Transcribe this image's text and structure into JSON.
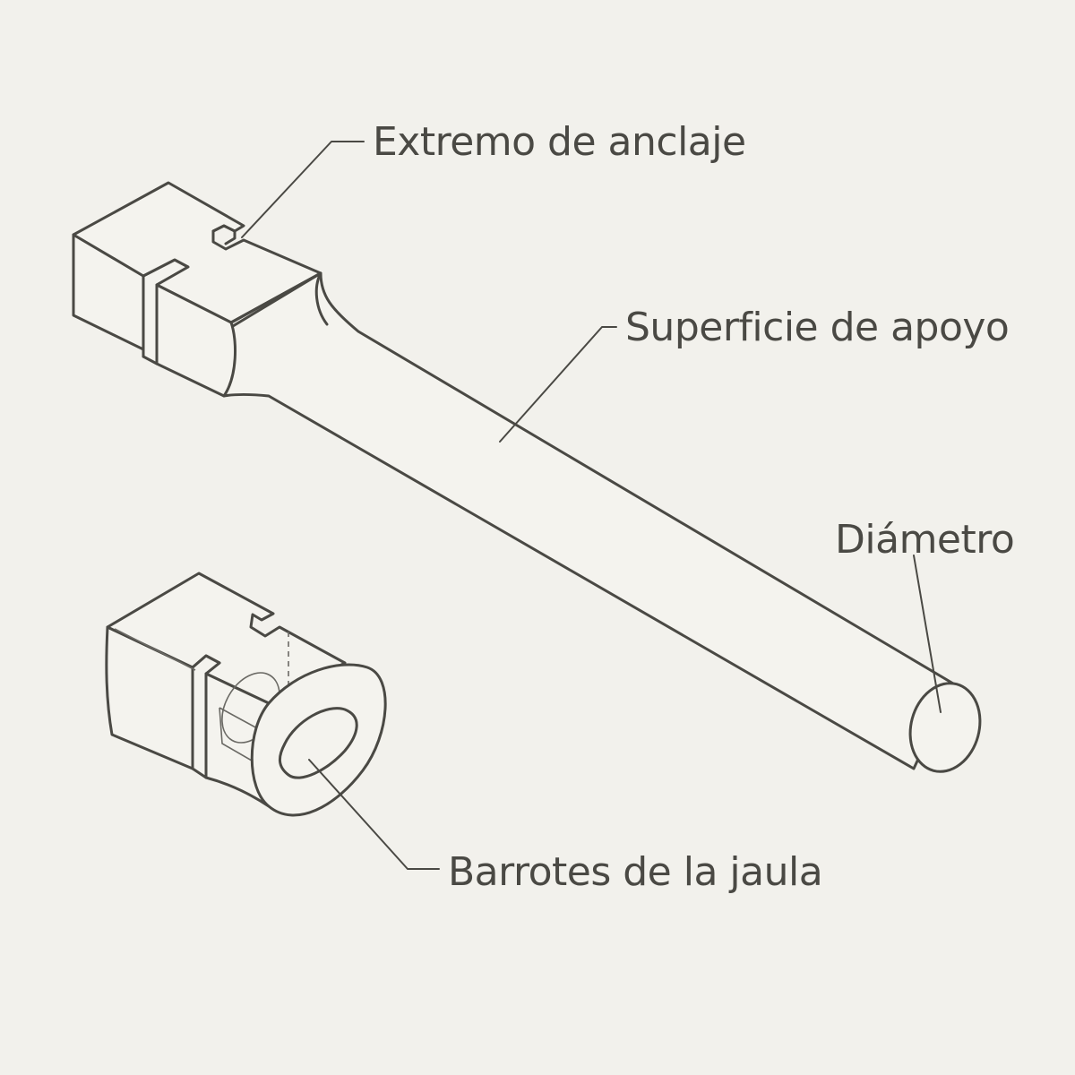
{
  "labels": {
    "anchor_end": "Extremo de anclaje",
    "bearing_surface": "Superficie de apoyo",
    "diameter": "Diámetro",
    "cage_bars": "Barrotes de la jaula"
  },
  "colors": {
    "background": "#f2f1ec",
    "line": "#4a4944"
  }
}
